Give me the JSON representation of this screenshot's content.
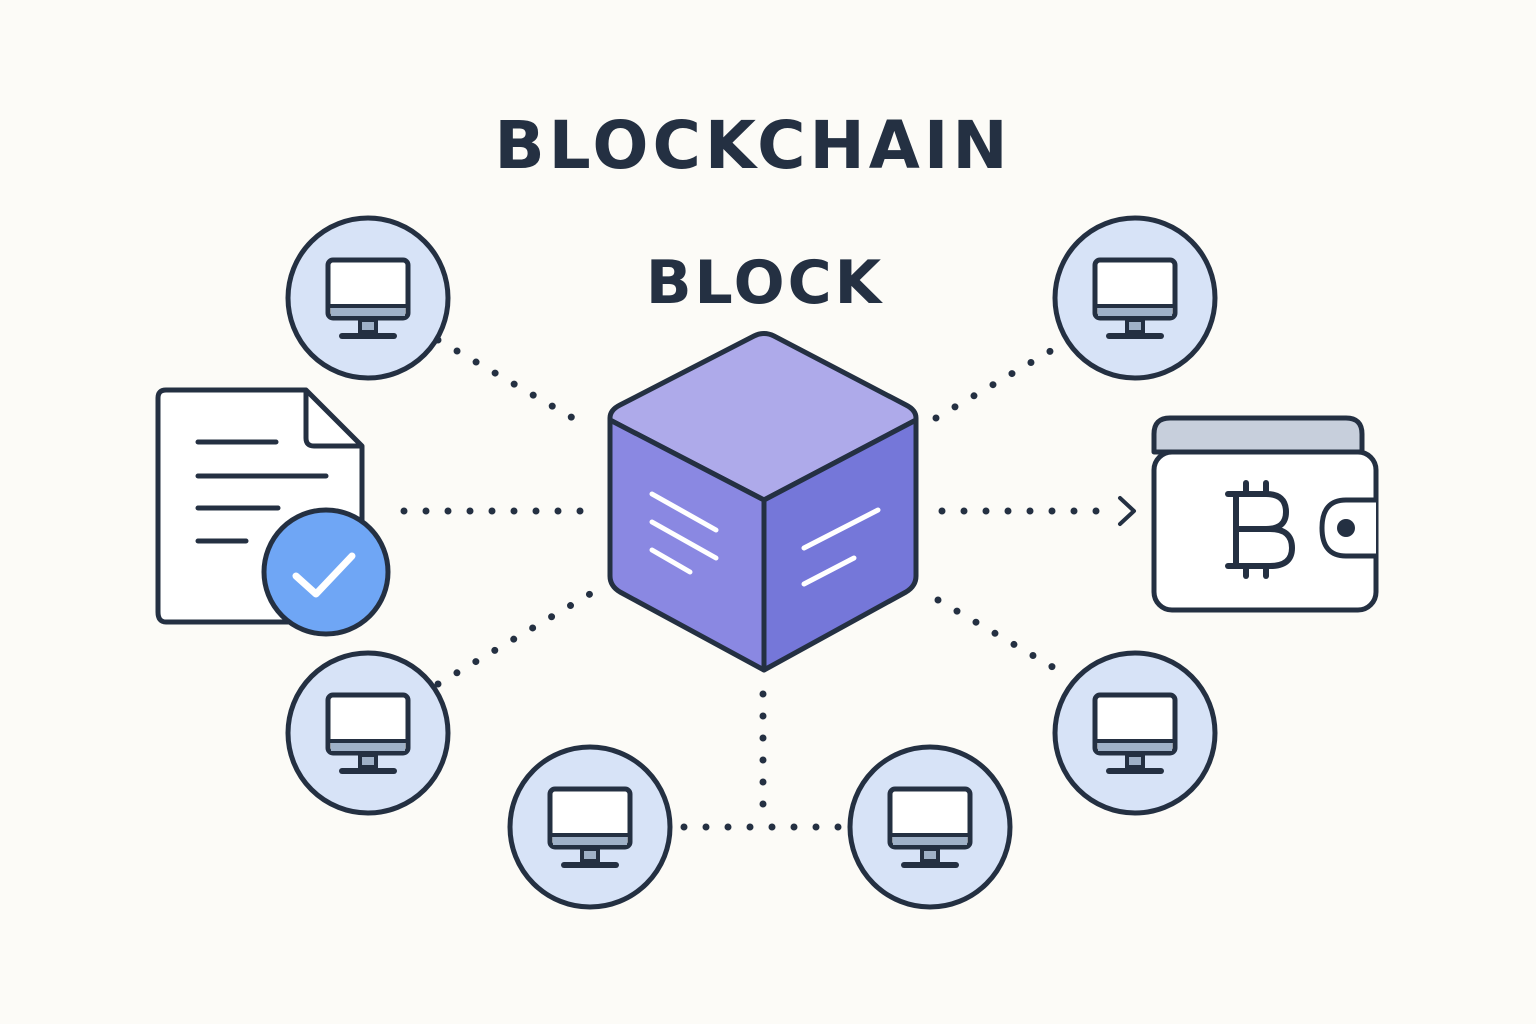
{
  "diagram": {
    "title": "BLOCKCHAIN",
    "block_label": "BLOCK",
    "nodes": [
      {
        "name": "computer-node-top-left",
        "icon": "computer-icon"
      },
      {
        "name": "computer-node-top-right",
        "icon": "computer-icon"
      },
      {
        "name": "computer-node-mid-left",
        "icon": "computer-icon"
      },
      {
        "name": "computer-node-mid-right",
        "icon": "computer-icon"
      },
      {
        "name": "computer-node-bottom-left",
        "icon": "computer-icon"
      },
      {
        "name": "computer-node-bottom-right",
        "icon": "computer-icon"
      }
    ],
    "document": {
      "icon": "document-icon",
      "badge_icon": "checkmark-icon"
    },
    "wallet": {
      "icon": "wallet-icon",
      "currency_icon": "bitcoin-icon"
    },
    "colors": {
      "background": "#fcfbf7",
      "ink": "#243042",
      "node_fill": "#d7e3f7",
      "cube_top": "#aeaaea",
      "cube_left": "#8a88e2",
      "cube_right": "#7577d9",
      "check_badge": "#6fa6f5",
      "wallet_band": "#c7cfdc"
    }
  }
}
